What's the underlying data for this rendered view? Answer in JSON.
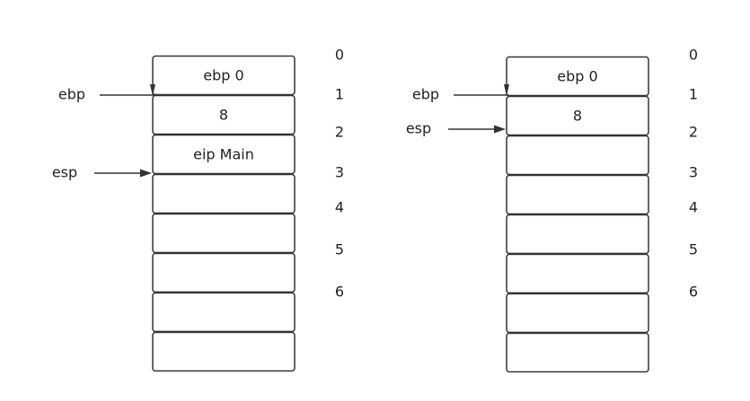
{
  "index_labels": [
    "0",
    "1",
    "2",
    "3",
    "4",
    "5",
    "6"
  ],
  "stacks": [
    {
      "cells": [
        "ebp 0",
        "8",
        "eip Main",
        "",
        "",
        "",
        "",
        ""
      ],
      "pointers": [
        {
          "label": "ebp",
          "cell": 1
        },
        {
          "label": "esp",
          "cell": 3
        }
      ]
    },
    {
      "cells": [
        "ebp 0",
        "8",
        "",
        "",
        "",
        "",
        "",
        ""
      ],
      "pointers": [
        {
          "label": "ebp",
          "cell": 1
        },
        {
          "label": "esp",
          "cell": 2
        }
      ]
    }
  ]
}
